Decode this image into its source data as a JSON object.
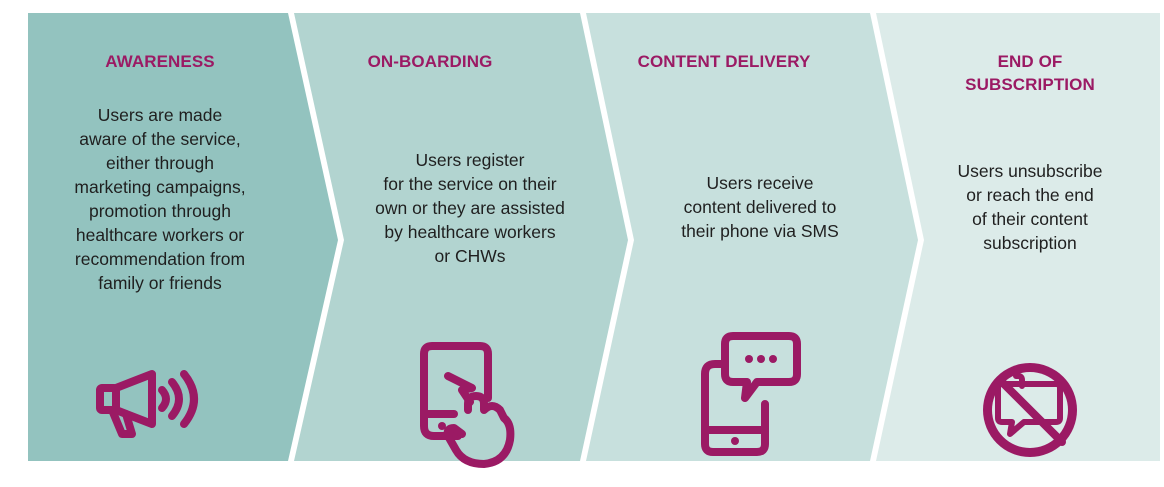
{
  "stages": [
    {
      "title": "AWARENESS",
      "lines": [
        "Users are made",
        "aware of the service,",
        "either through",
        "marketing campaigns,",
        "promotion through",
        "healthcare workers or",
        "recommendation from",
        "family or friends"
      ],
      "icon": "megaphone-icon",
      "fill": "#93c3bf"
    },
    {
      "title": "ON-BOARDING",
      "lines": [
        "Users register",
        "for the service on their",
        "own or they are assisted",
        "by healthcare workers",
        "or CHWs"
      ],
      "icon": "touch-phone-icon",
      "fill": "#b2d4d0"
    },
    {
      "title": "CONTENT DELIVERY",
      "lines": [
        "Users receive",
        "content delivered to",
        "their phone via SMS"
      ],
      "icon": "sms-phone-icon",
      "fill": "#c7e0dd"
    },
    {
      "title_lines": [
        "END OF",
        "SUBSCRIPTION"
      ],
      "lines": [
        "Users unsubscribe",
        "or reach the end",
        "of their content",
        "subscription"
      ],
      "icon": "no-messages-icon",
      "fill": "#dcebe9"
    }
  ],
  "colors": {
    "accent": "#9b1a64",
    "text": "#1f1f1f"
  }
}
